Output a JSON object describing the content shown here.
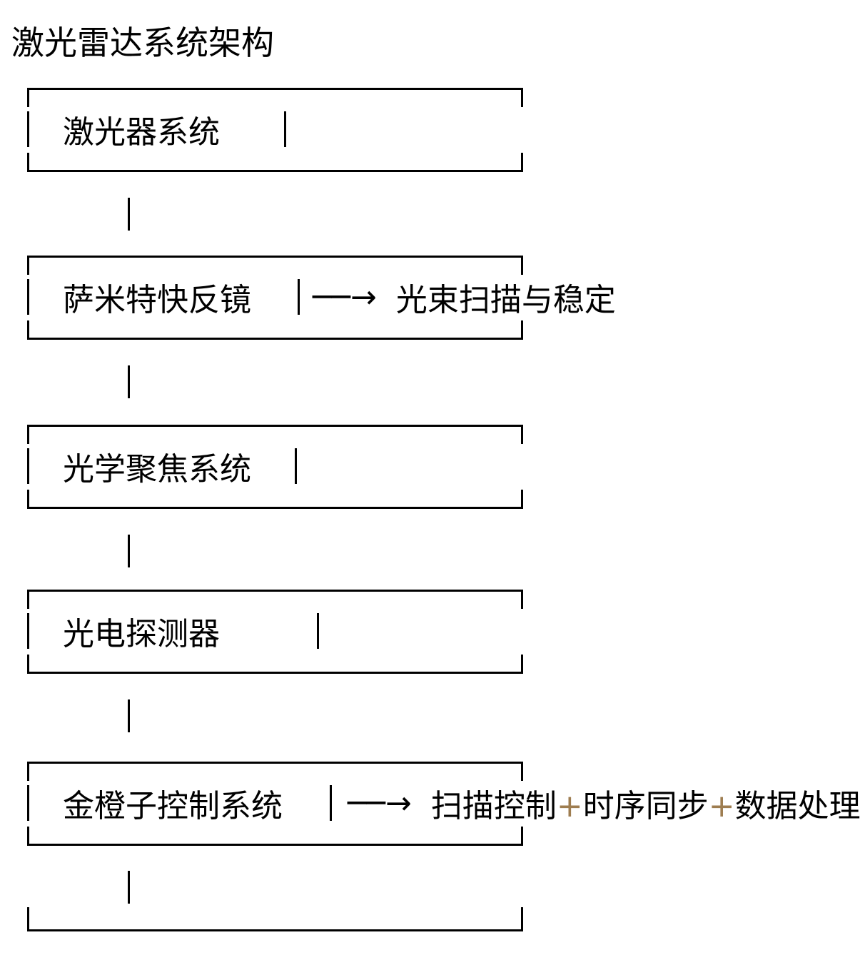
{
  "title": "激光雷达系统架构",
  "colors": {
    "text": "#000000",
    "accent": "#9e7d50",
    "background": "#ffffff"
  },
  "diagram": {
    "arrow_glyph": "──→",
    "boxes": [
      {
        "label": "激光器系统"
      },
      {
        "label": "萨米特快反镜",
        "side_parts": [
          {
            "text": "光束扫描与稳定",
            "accent": false
          }
        ]
      },
      {
        "label": "光学聚焦系统"
      },
      {
        "label": "光电探测器"
      },
      {
        "label": "金橙子控制系统",
        "side_parts": [
          {
            "text": "扫描控制",
            "accent": false
          },
          {
            "text": "+",
            "accent": true
          },
          {
            "text": "时序同步",
            "accent": false
          },
          {
            "text": "+",
            "accent": true
          },
          {
            "text": "数据处理",
            "accent": false
          }
        ]
      }
    ]
  }
}
